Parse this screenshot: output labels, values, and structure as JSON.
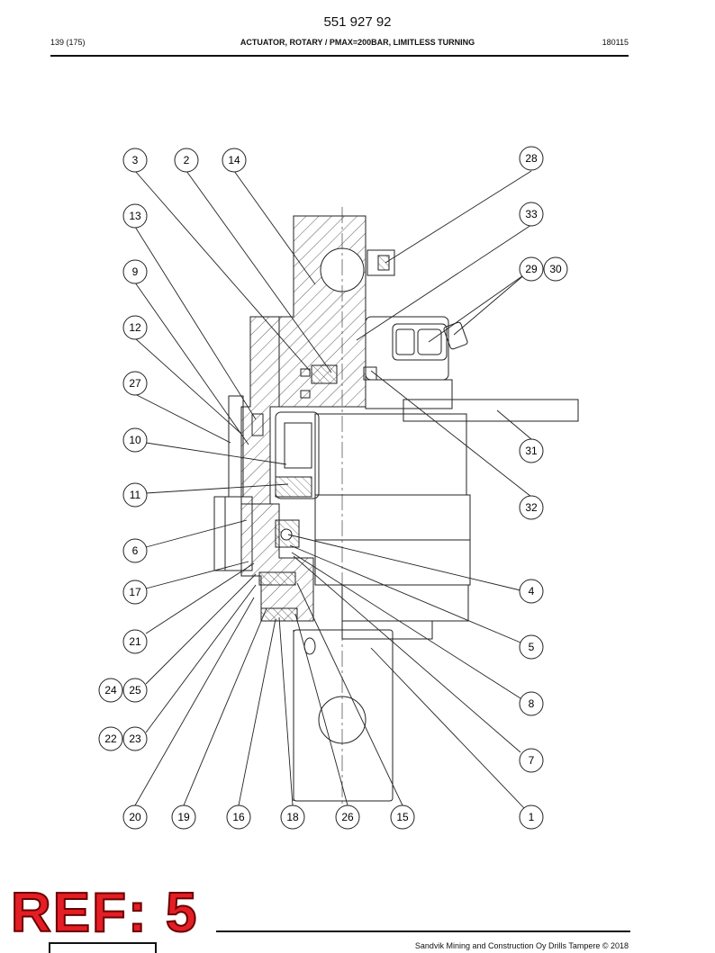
{
  "header": {
    "doc_number": "551 927 92",
    "page_ref": "139 (175)",
    "title": "ACTUATOR, ROTARY / PMAX=200BAR, LIMITLESS TURNING",
    "date_code": "180115"
  },
  "callouts": {
    "c1": "1",
    "c2": "2",
    "c3": "3",
    "c4": "4",
    "c5": "5",
    "c6": "6",
    "c7": "7",
    "c8": "8",
    "c9": "9",
    "c10": "10",
    "c11": "11",
    "c12": "12",
    "c13": "13",
    "c14": "14",
    "c15": "15",
    "c16": "16",
    "c17": "17",
    "c18": "18",
    "c19": "19",
    "c20": "20",
    "c21": "21",
    "c22": "22",
    "c23": "23",
    "c24": "24",
    "c25": "25",
    "c26": "26",
    "c27": "27",
    "c28": "28",
    "c29": "29",
    "c30": "30",
    "c31": "31",
    "c32": "32",
    "c33": "33"
  },
  "ref_mark": "REF: 5",
  "footer": {
    "copyright": "Sandvik Mining and Construction Oy Drills Tampere © 2018"
  }
}
